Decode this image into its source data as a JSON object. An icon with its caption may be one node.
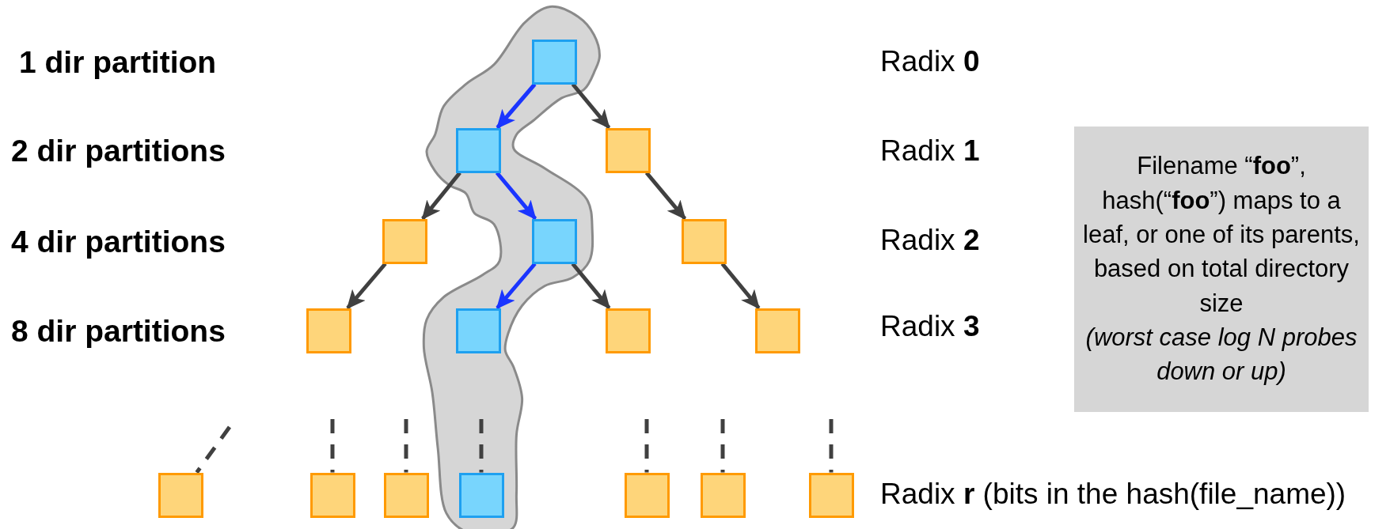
{
  "diagram": {
    "nodes": [
      {
        "text": [],
        "shape": "box"
      },
      {
        "text": [],
        "shape": "box"
      },
      {
        "text": [],
        "shape": "box"
      },
      {
        "text": [],
        "shape": "box"
      },
      {
        "text": [],
        "shape": "box"
      },
      {
        "text": [],
        "shape": "box"
      },
      {
        "text": [],
        "shape": "box"
      },
      {
        "text": [],
        "shape": "box"
      },
      {
        "text": [],
        "shape": "box"
      },
      {
        "text": [],
        "shape": "box"
      },
      {
        "text": [],
        "shape": "box"
      },
      {
        "text": [],
        "shape": "box"
      },
      {
        "text": [],
        "shape": "box"
      },
      {
        "text": [],
        "shape": "box"
      },
      {
        "text": [],
        "shape": "box"
      },
      {
        "text": [],
        "shape": "box"
      },
      {
        "text": [],
        "shape": "box"
      },
      {
        "text": [
          "Filename “**foo**”, hash(“**foo**”) maps to a leaf, or one of its parents, based on total directory size",
          "(worst case log N probes down or up)"
        ]
      }
    ],
    "edges": [
      {
        "from": 0,
        "to": 1,
        "arrow": "to",
        "color": "#1a35ff"
      },
      {
        "from": 0,
        "to": 2,
        "arrow": "to"
      },
      {
        "from": 1,
        "to": 3,
        "arrow": "to"
      },
      {
        "from": 1,
        "to": 4,
        "arrow": "to",
        "color": "#1a35ff"
      },
      {
        "from": 2,
        "to": 5,
        "arrow": "to"
      },
      {
        "from": 3,
        "to": 6,
        "arrow": "to"
      },
      {
        "from": 4,
        "to": 7,
        "arrow": "to",
        "color": "#1a35ff"
      },
      {
        "from": 4,
        "to": 8,
        "arrow": "to"
      },
      {
        "from": 5,
        "to": 9,
        "arrow": "to"
      },
      {
        "from": null,
        "to": 10,
        "arrow": "none",
        "style": "dashed"
      },
      {
        "from": null,
        "to": 11,
        "arrow": "none",
        "style": "dashed"
      },
      {
        "from": null,
        "to": 12,
        "arrow": "none",
        "style": "dashed"
      },
      {
        "from": null,
        "to": 13,
        "arrow": "none",
        "style": "dashed"
      },
      {
        "from": null,
        "to": 14,
        "arrow": "none",
        "style": "dashed"
      },
      {
        "from": null,
        "to": 15,
        "arrow": "none",
        "style": "dashed"
      },
      {
        "from": null,
        "to": 16,
        "arrow": "none",
        "style": "dashed"
      }
    ],
    "labels": [
      "1 dir partition",
      "Radix **0**",
      "2 dir partitions",
      "Radix **1**",
      "4 dir partitions",
      "Radix **2**",
      "8 dir partitions",
      "Radix **3**",
      "Radix **r** (bits in the hash(file_name))"
    ]
  }
}
